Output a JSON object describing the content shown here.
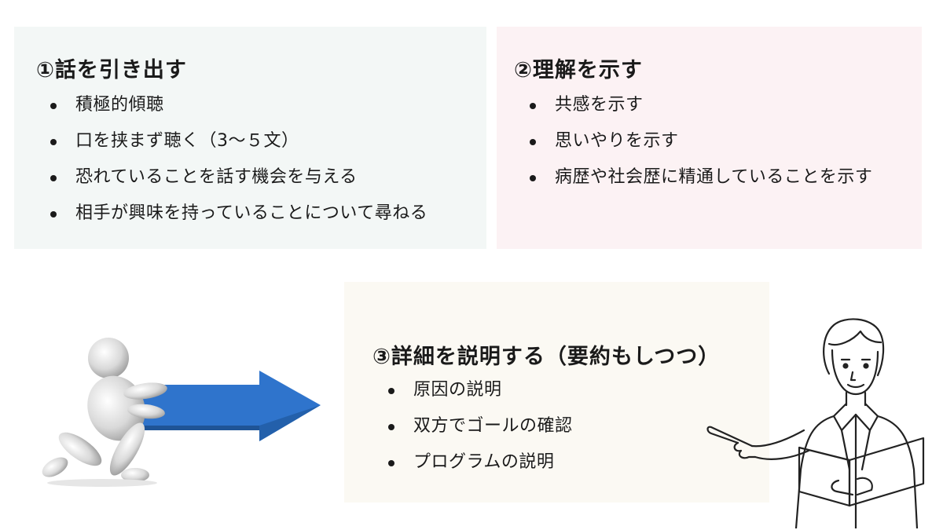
{
  "panel1": {
    "title": "①話を引き出す",
    "items": [
      "積極的傾聴",
      "口を挟まず聴く（3〜５文）",
      "恐れていることを話す機会を与える",
      "相手が興味を持っていることについて尋ねる"
    ]
  },
  "panel2": {
    "title": "②理解を示す",
    "items": [
      "共感を示す",
      "思いやりを示す",
      "病歴や社会歴に精通していることを示す"
    ]
  },
  "panel3": {
    "title": "③詳細を説明する（要約もしつつ）",
    "items": [
      "原因の説明",
      "双方でゴールの確認",
      "プログラムの説明"
    ]
  },
  "colors": {
    "panel1_bg": "#f3f7f6",
    "panel2_bg": "#fcf2f4",
    "panel3_bg": "#fbf9f3",
    "arrow": "#2f74cc"
  },
  "illustrations": {
    "left": "figure-pushing-arrow",
    "right": "man-pointing-holding-folder"
  }
}
